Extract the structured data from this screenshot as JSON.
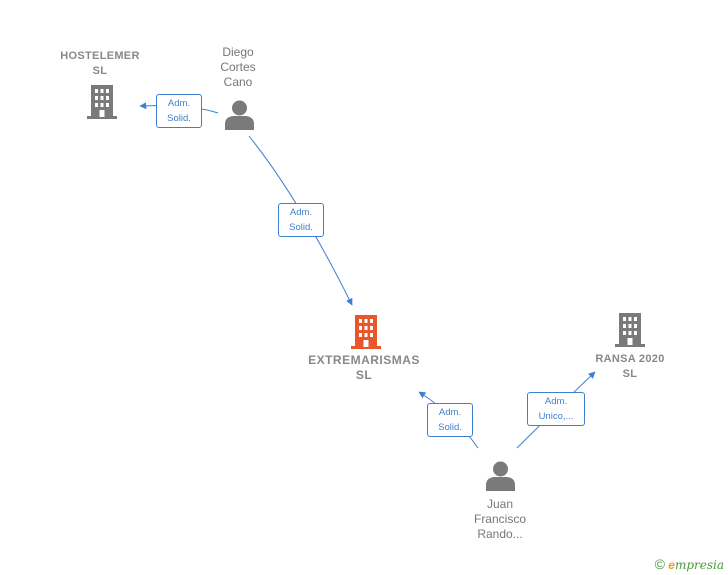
{
  "nodes": {
    "hostelemer": {
      "line1": "HOSTELEMER",
      "line2": "SL"
    },
    "diego": {
      "line1": "Diego",
      "line2": "Cortes",
      "line3": "Cano"
    },
    "extremarismas": {
      "line1": "EXTREMARISMAS",
      "line2": "SL"
    },
    "ransa": {
      "line1": "RANSA 2020",
      "line2": "SL"
    },
    "juan": {
      "line1": "Juan",
      "line2": "Francisco",
      "line3": "Rando..."
    }
  },
  "edges": {
    "diego_hostelemer": {
      "line1": "Adm.",
      "line2": "Solid."
    },
    "diego_extremarismas": {
      "line1": "Adm.",
      "line2": "Solid."
    },
    "juan_extremarismas": {
      "line1": "Adm.",
      "line2": "Solid."
    },
    "juan_ransa": {
      "line1": "Adm.",
      "line2": "Unico,..."
    }
  },
  "colors": {
    "edge": "#3f7fd0",
    "company_icon": "#7a7a7a",
    "main_company_icon": "#e8562a",
    "person_icon": "#7a7a7a"
  },
  "icons": {
    "company": "building-icon",
    "person": "person-icon"
  },
  "brand": {
    "copyright": "©",
    "first_letter": "e",
    "name": "mpresia"
  }
}
